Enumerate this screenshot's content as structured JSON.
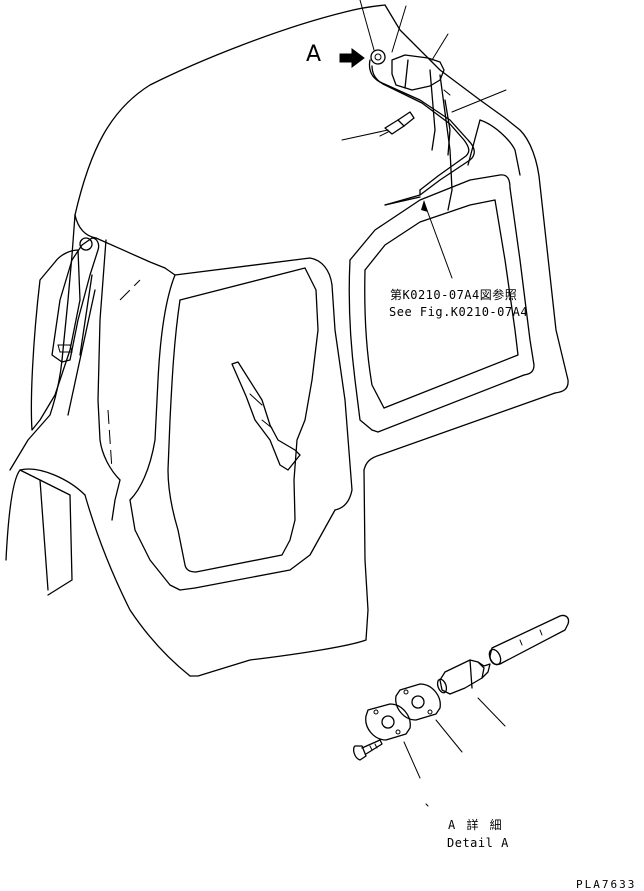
{
  "labels": {
    "view_marker": "A",
    "reference_jp": "第K0210-07A4図参照",
    "reference_en": "See Fig.K0210-07A4",
    "detail_jp": "A 詳 細",
    "detail_en": "Detail A",
    "drawing_code": "PLA7633"
  }
}
